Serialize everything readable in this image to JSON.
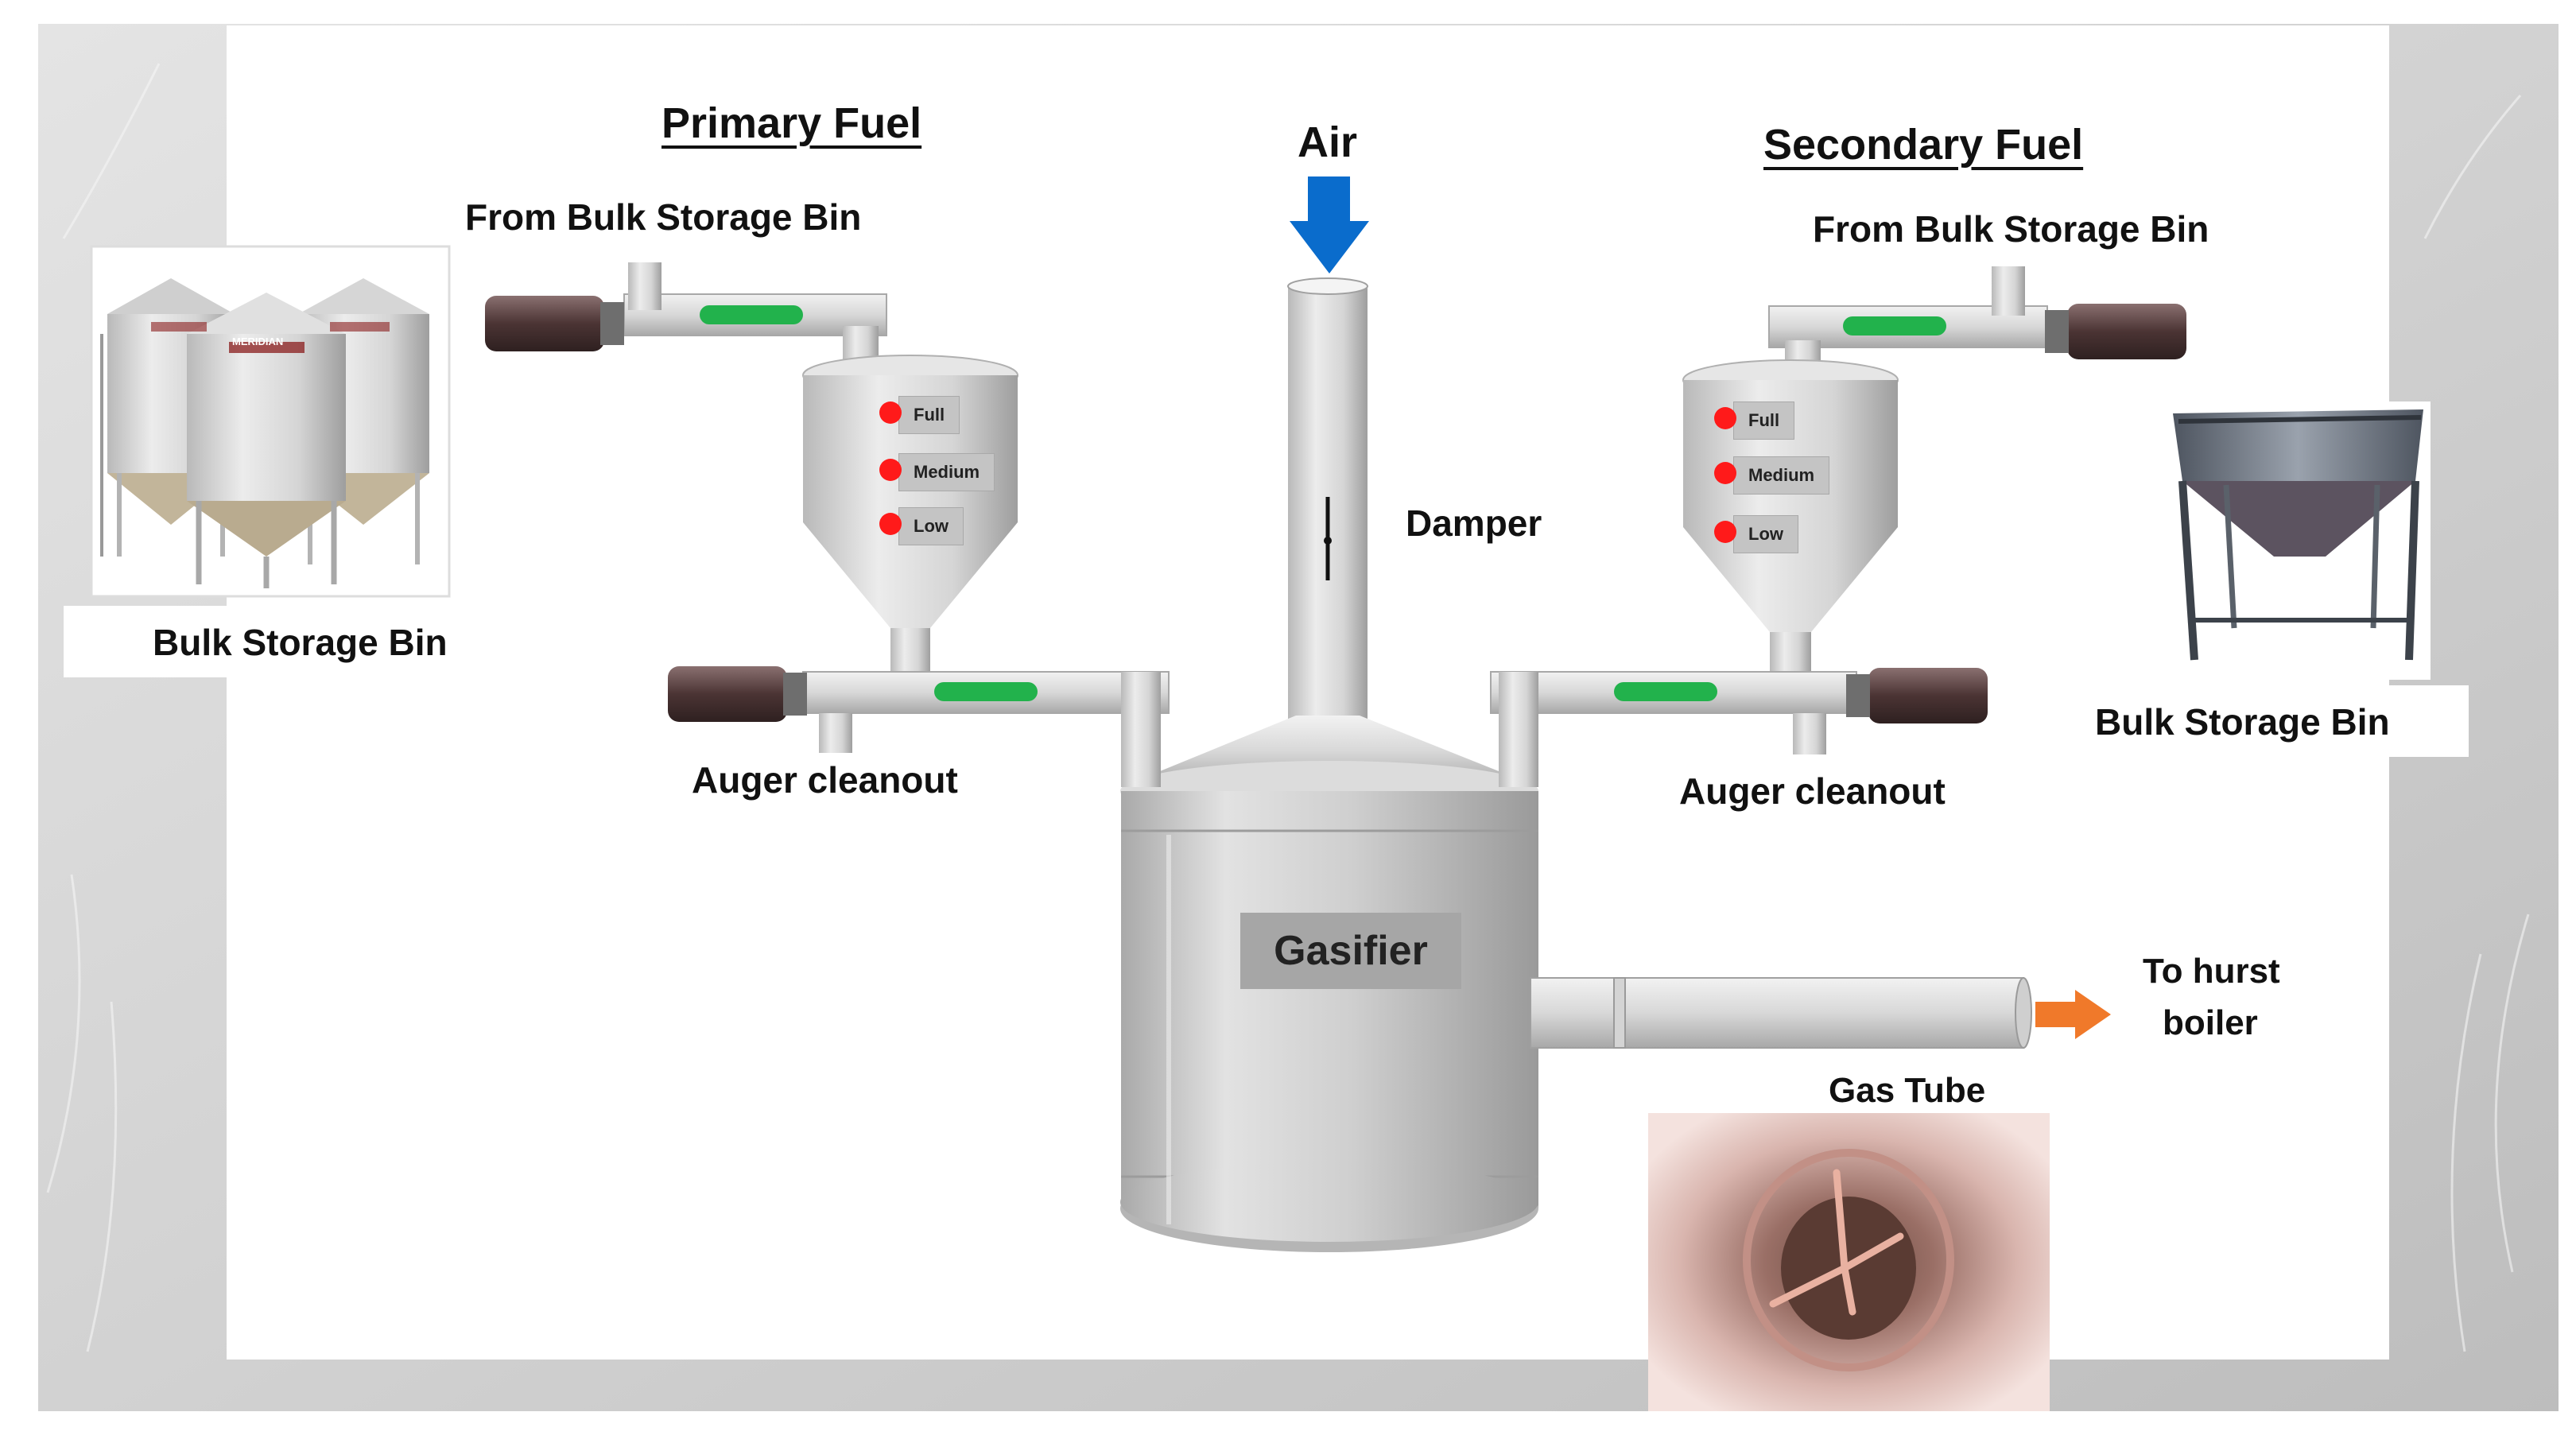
{
  "labels": {
    "primary_fuel": "Primary Fuel",
    "secondary_fuel": "Secondary Fuel",
    "from_bulk_left": "From Bulk Storage Bin",
    "from_bulk_right": "From Bulk Storage Bin",
    "bulk_bin_left": "Bulk Storage Bin",
    "bulk_bin_right": "Bulk Storage Bin",
    "air": "Air",
    "damper": "Damper",
    "auger_cleanout_left": "Auger cleanout",
    "auger_cleanout_right": "Auger cleanout",
    "gasifier": "Gasifier",
    "to_hurst_boiler_line1": "To hurst",
    "to_hurst_boiler_line2": "boiler",
    "gas_tube": "Gas Tube"
  },
  "hopper_levels": {
    "left": [
      "Full",
      "Medium",
      "Low"
    ],
    "right": [
      "Full",
      "Medium",
      "Low"
    ]
  },
  "silo_brand": "MERIDIAN",
  "colors": {
    "air_arrow": "#0a6ccc",
    "output_arrow": "#f0792a",
    "level_indicator": "#ff1a1a",
    "auger_window": "#22b24c",
    "gasifier_label_bg": "#a6a6a6"
  }
}
